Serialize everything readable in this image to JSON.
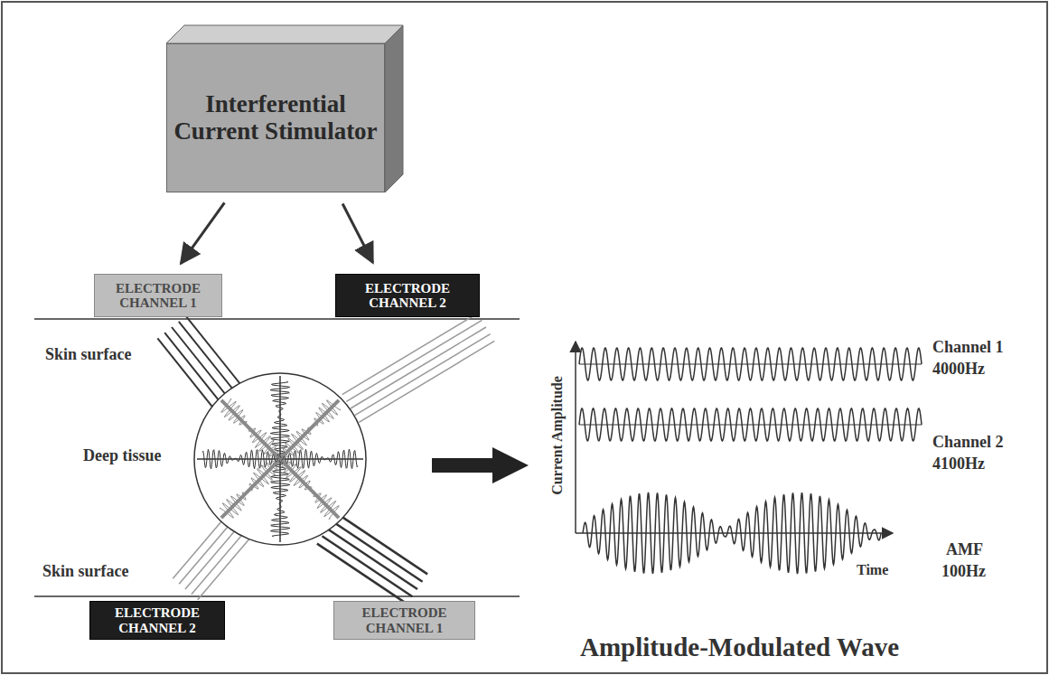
{
  "diagram": {
    "nodes": [
      {
        "text": [
          "Interferential Current Stimulator"
        ]
      },
      {
        "text": [
          "ELECTRODE CHANNEL 1"
        ]
      },
      {
        "text": [
          "ELECTRODE CHANNEL 2"
        ]
      },
      {
        "text": [
          "ELECTRODE CHANNEL 2"
        ]
      },
      {
        "text": [
          "ELECTRODE CHANNEL 1"
        ]
      }
    ],
    "edges": [
      {
        "from": 0,
        "to": 1,
        "arrow": "to"
      },
      {
        "from": 0,
        "to": 2,
        "arrow": "to"
      }
    ],
    "labels": [
      "Skin surface",
      "Deep tissue",
      "Skin surface",
      "Current Amplitude",
      "Channel 1",
      "4000Hz",
      "Channel 2",
      "4100Hz",
      "Time",
      "AMF",
      "100Hz",
      "Amplitude-Modulated Wave"
    ]
  }
}
